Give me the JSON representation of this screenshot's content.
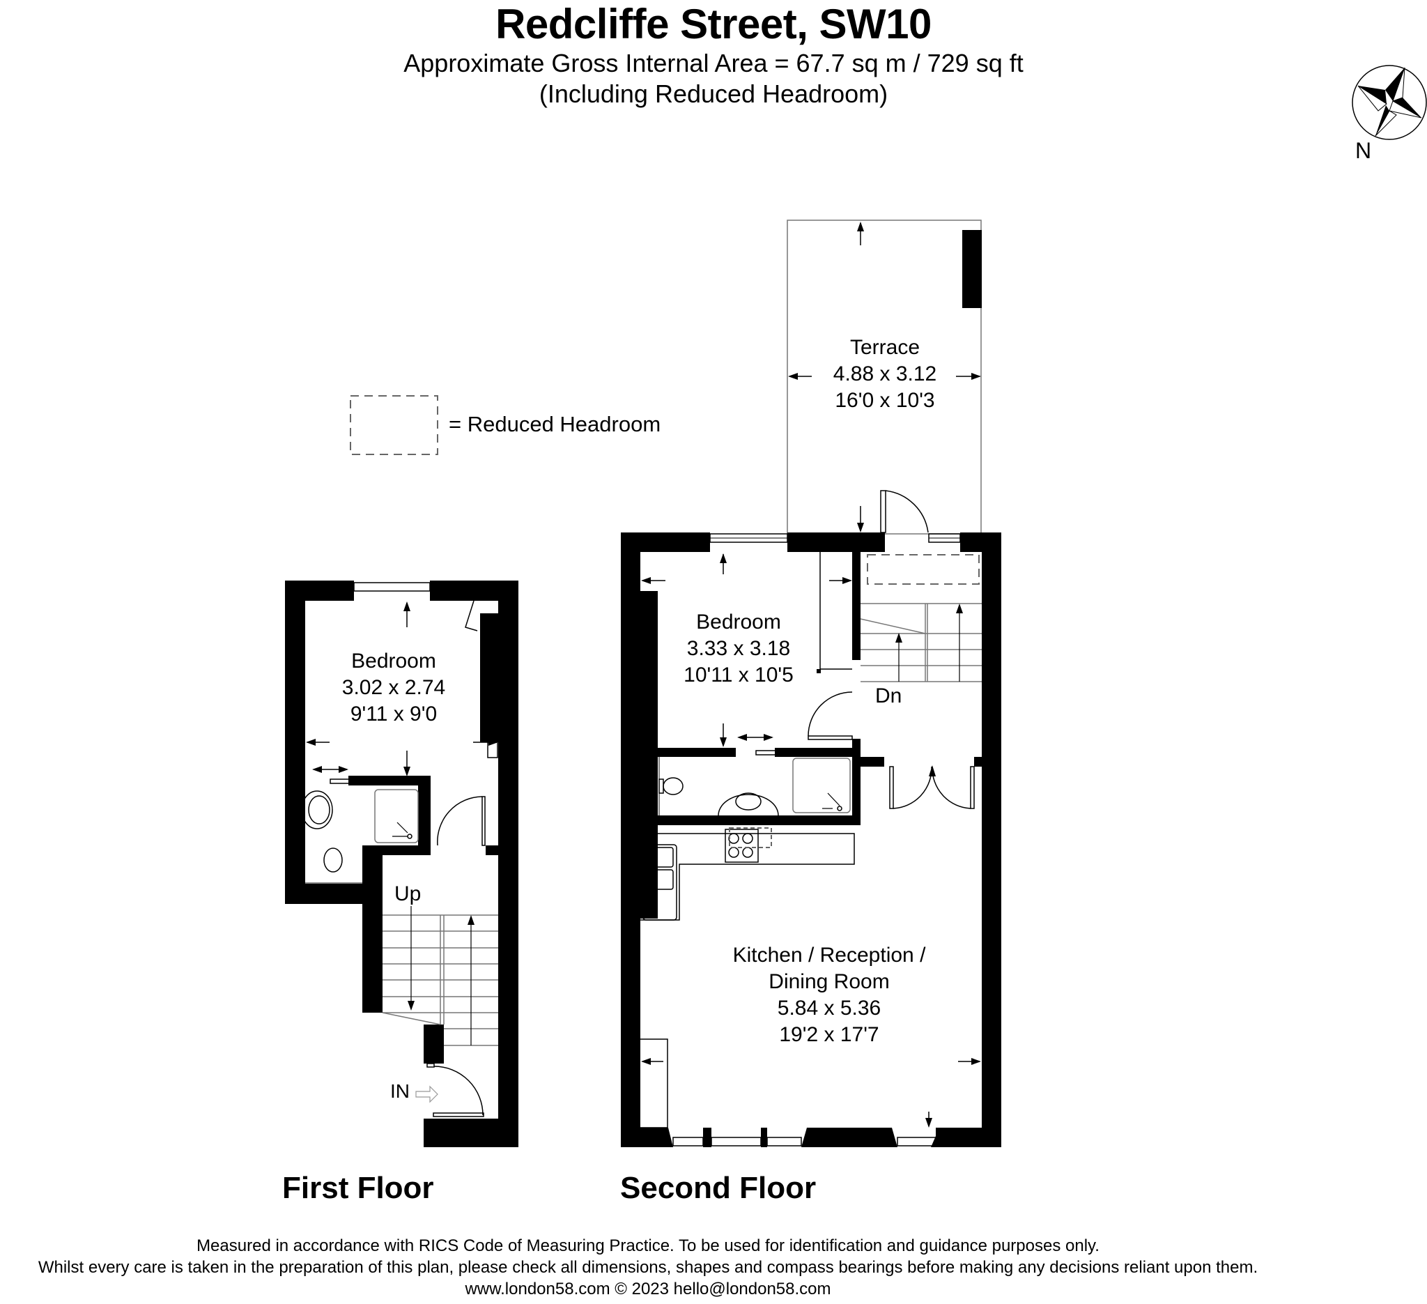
{
  "header": {
    "title": "Redcliffe Street, SW10",
    "area_line": "Approximate Gross Internal Area = 67.7 sq m / 729 sq ft",
    "headroom_note": "(Including Reduced Headroom)"
  },
  "compass": {
    "label": "N",
    "icon": "compass-rose-icon"
  },
  "legend": {
    "symbol": "dashed-rectangle",
    "text": "= Reduced Headroom"
  },
  "floors": [
    {
      "label": "First Floor",
      "rooms": [
        {
          "name": "Bedroom",
          "metric": "3.02 x 2.74",
          "imperial": "9'11 x 9'0"
        }
      ],
      "annotations": {
        "stairs": "Up",
        "entrance": "IN"
      }
    },
    {
      "label": "Second Floor",
      "rooms": [
        {
          "name": "Terrace",
          "metric": "4.88 x 3.12",
          "imperial": "16'0 x 10'3"
        },
        {
          "name": "Bedroom",
          "metric": "3.33 x 3.18",
          "imperial": "10'11 x 10'5"
        },
        {
          "name_line1": "Kitchen / Reception /",
          "name_line2": "Dining Room",
          "metric": "5.84 x 5.36",
          "imperial": "19'2 x 17'7"
        }
      ],
      "annotations": {
        "stairs": "Dn"
      }
    }
  ],
  "footer": {
    "line1": "Measured in accordance with RICS Code of Measuring Practice. To be used for identification and guidance purposes only.",
    "line2": "Whilst every care is taken in the preparation of this plan, please check all dimensions, shapes and compass bearings before making any decisions reliant upon them.",
    "line3": "www.london58.com © 2023 hello@london58.com"
  }
}
